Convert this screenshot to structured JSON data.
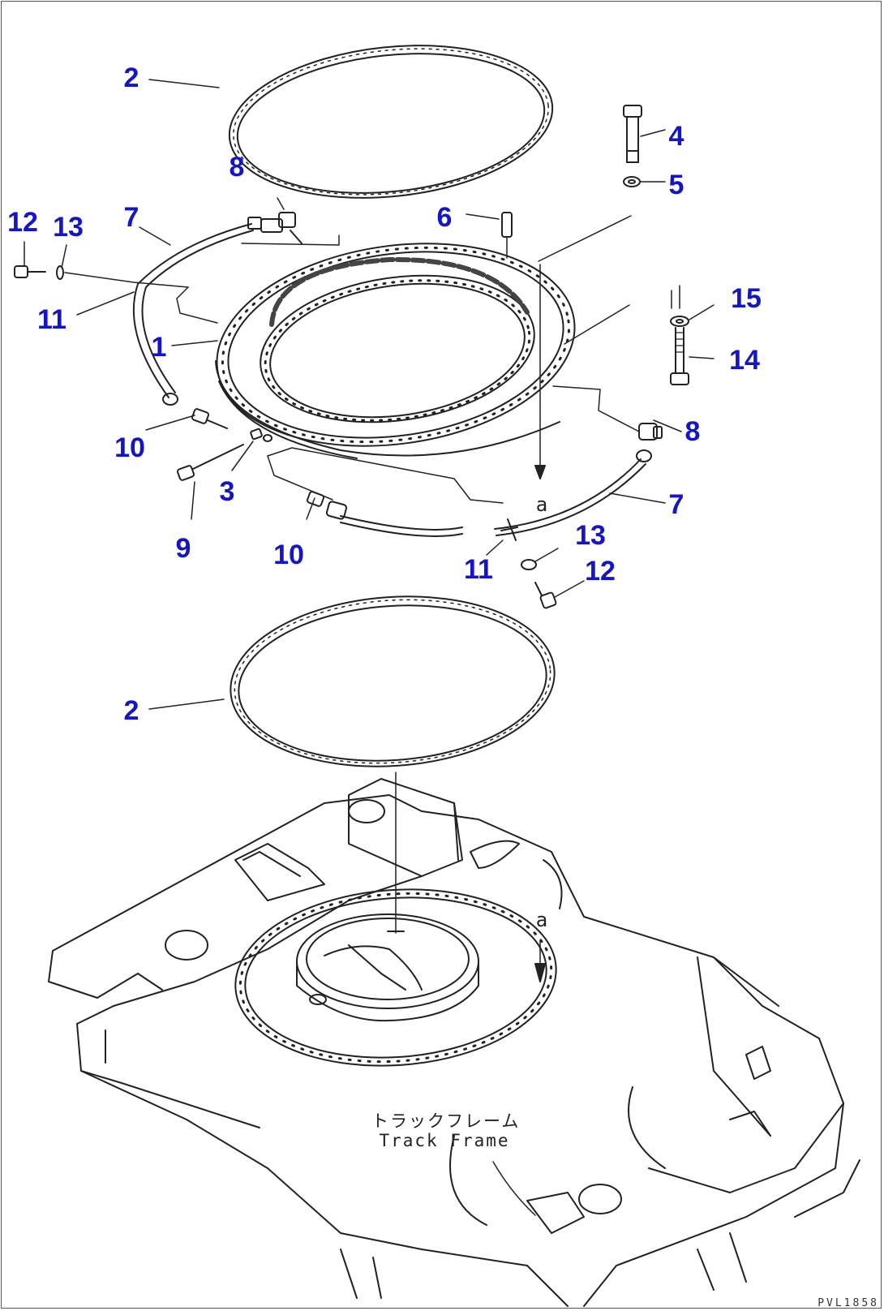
{
  "callouts": {
    "c2_top": "2",
    "c4": "4",
    "c5": "5",
    "c8_top": "8",
    "c6": "6",
    "c7_left": "7",
    "c12_left": "12",
    "c13_left": "13",
    "c11_left": "11",
    "c15": "15",
    "c1": "1",
    "c14": "14",
    "c10_left": "10",
    "c8_right": "8",
    "c3": "3",
    "c7_right": "7",
    "c9": "9",
    "c10_mid": "10",
    "c13_right": "13",
    "c11_right": "11",
    "c12_right": "12",
    "c2_bottom": "2"
  },
  "ref_marks": {
    "upper": "a",
    "lower": "a"
  },
  "track_frame": {
    "jp": "トラックフレーム",
    "en": "Track Frame"
  },
  "sheet_code": "PVL1858"
}
